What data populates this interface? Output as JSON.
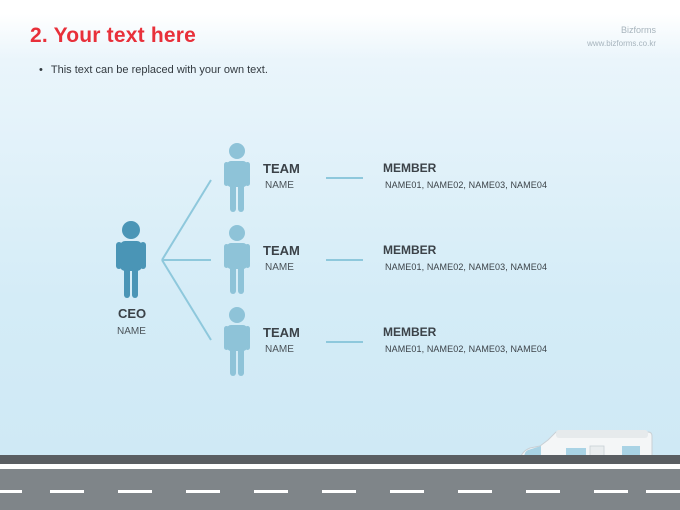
{
  "header": {
    "title": "2. Your text here",
    "brand_name": "Bizforms",
    "brand_url": "www.bizforms.co.kr"
  },
  "bullet_text": "This text can be replaced with your own text.",
  "ceo": {
    "title": "CEO",
    "name": "NAME"
  },
  "teams": [
    {
      "title": "TEAM",
      "name": "NAME",
      "member_title": "MEMBER",
      "members": "NAME01,  NAME02,  NAME03,  NAME04"
    },
    {
      "title": "TEAM",
      "name": "NAME",
      "member_title": "MEMBER",
      "members": "NAME01,  NAME02,  NAME03,  NAME04"
    },
    {
      "title": "TEAM",
      "name": "NAME",
      "member_title": "MEMBER",
      "members": "NAME01,  NAME02,  NAME03,  NAME04"
    }
  ],
  "colors": {
    "title_red": "#e8303a",
    "ceo_figure": "#4a95b6",
    "team_figure": "#8ec3d8",
    "connector": "#8ec8dc"
  }
}
